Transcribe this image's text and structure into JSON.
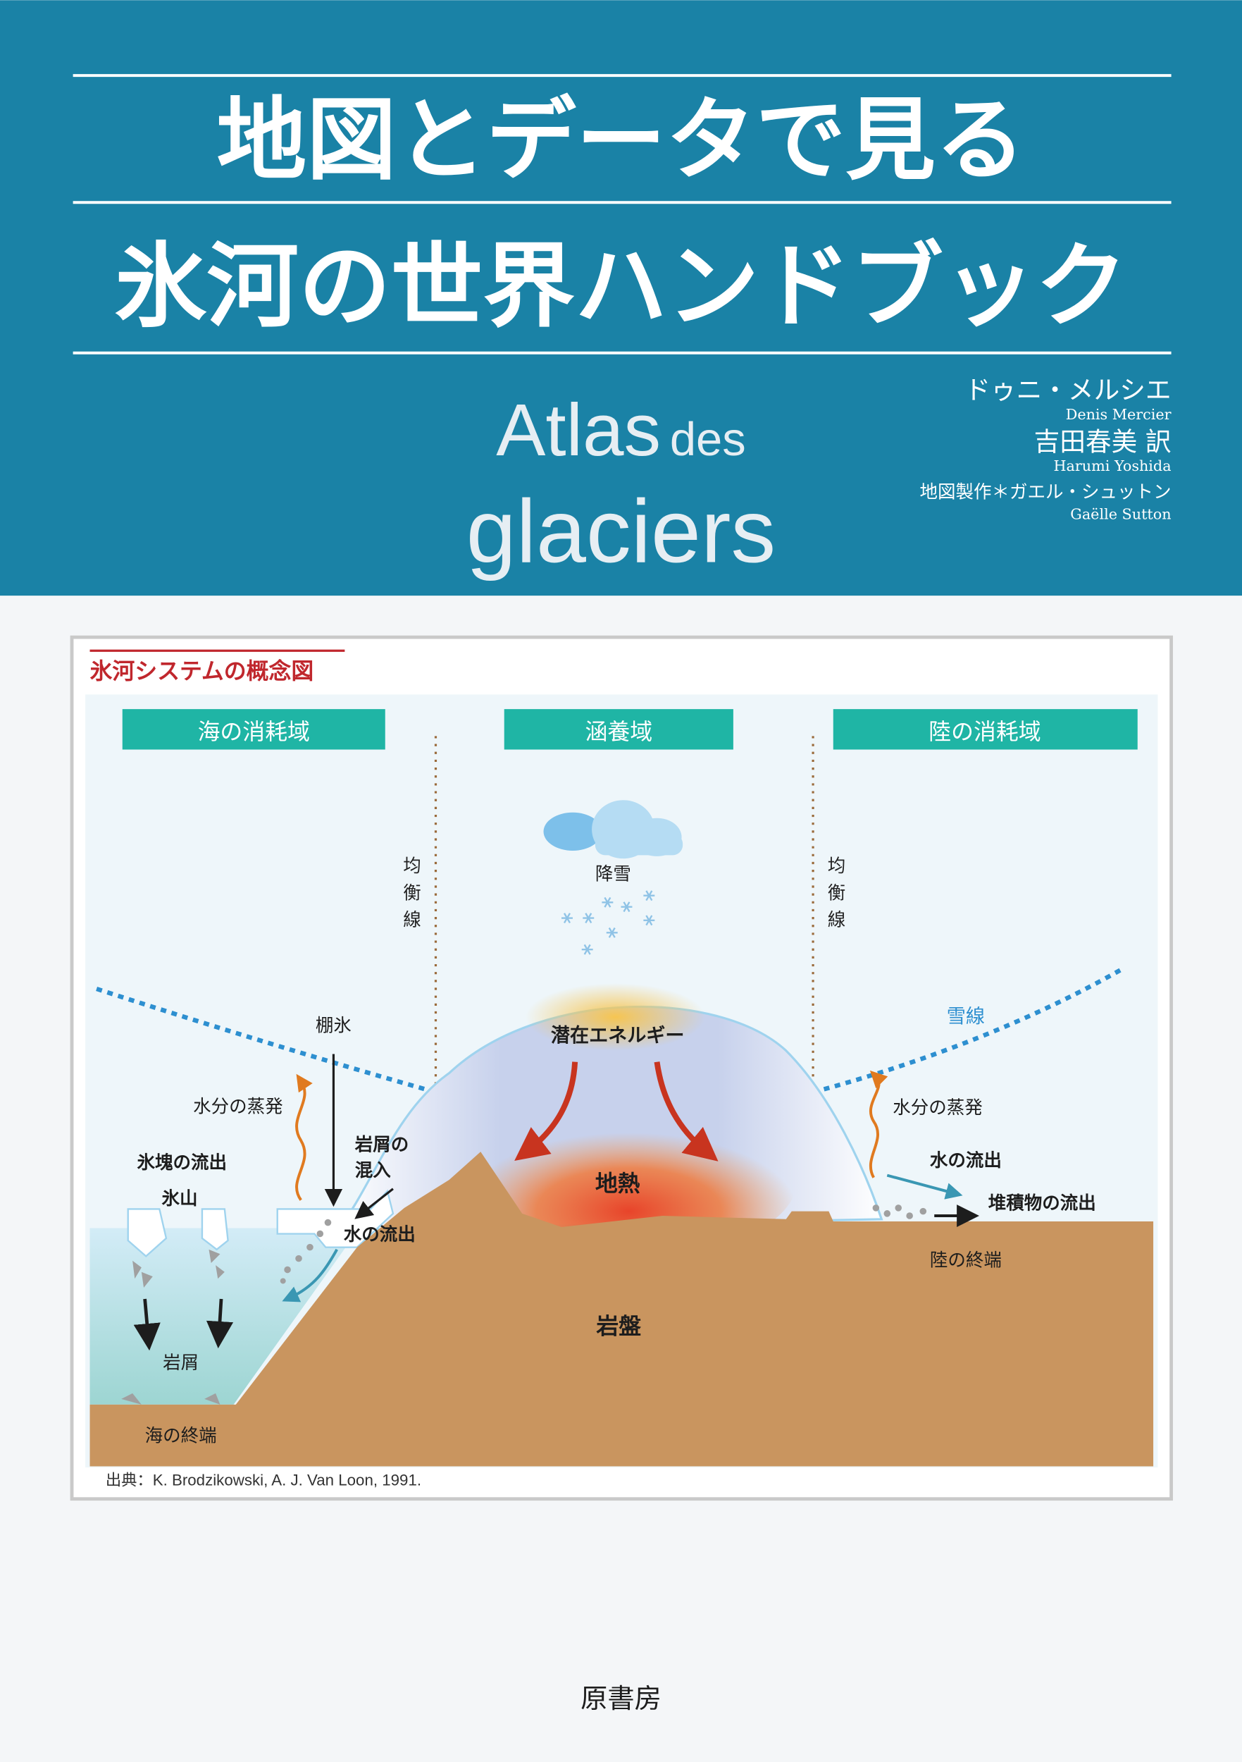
{
  "cover": {
    "title_line1": "地図とデータで見る",
    "title_line2": "氷河の世界ハンドブック",
    "subtitle_atlas": "Atlas",
    "subtitle_des": "des",
    "subtitle_glaciers": "glaciers",
    "author_ja": "ドゥニ・メルシエ",
    "author_en": "Denis Mercier",
    "translator_ja": "吉田春美 訳",
    "translator_en": "Harumi Yoshida",
    "cartographer_ja": "地図製作＊ガエル・シュットン",
    "cartographer_en": "Gaëlle Sutton",
    "publisher": "原書房",
    "colors": {
      "header": "#1a82a6",
      "zone": "#1fb5a5",
      "accent_red": "#c0272d",
      "ground": "#c9955f"
    }
  },
  "diagram": {
    "title": "氷河システムの概念図",
    "zones": [
      "海の消耗域",
      "涵養域",
      "陸の消耗域"
    ],
    "equilibrium_line": [
      "均",
      "衡",
      "線"
    ],
    "labels": {
      "snowfall": "降雪",
      "potential_energy": "潜在エネルギー",
      "geothermal": "地熱",
      "snow_line": "雪線",
      "ice_shelf": "棚氷",
      "evaporation_left": "水分の蒸発",
      "evaporation_right": "水分の蒸発",
      "ice_outflow": "氷塊の流出",
      "iceberg": "氷山",
      "debris_mix_1": "岩屑の",
      "debris_mix_2": "混入",
      "water_outflow_left": "水の流出",
      "water_outflow_right": "水の流出",
      "sediment_outflow": "堆積物の流出",
      "land_terminus": "陸の終端",
      "debris": "岩屑",
      "bedrock": "岩盤",
      "sea_terminus": "海の終端"
    },
    "source": "出典：K. Brodzikowski, A. J. Van Loon, 1991."
  }
}
